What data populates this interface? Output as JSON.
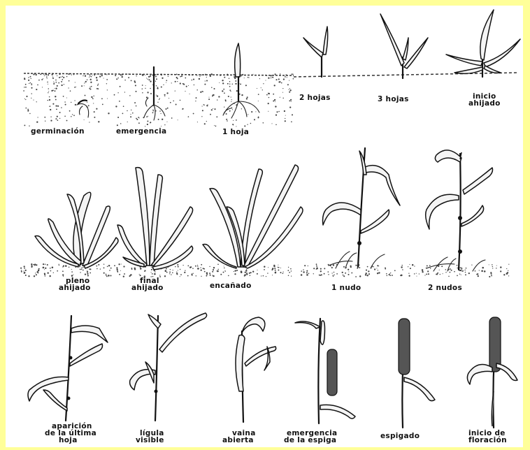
{
  "stages": {
    "germinacion": "germinación",
    "emergencia": "emergencia",
    "una_hoja": "1 hoja",
    "dos_hojas": "2 hojas",
    "tres_hojas": "3 hojas",
    "inicio_ahijado": [
      "inicio",
      "ahijado"
    ],
    "pleno_ahijado": [
      "pleno",
      "ahijado"
    ],
    "final_ahijado": [
      "final",
      "ahijado"
    ],
    "encanado": "encañado",
    "un_nudo": "1 nudo",
    "dos_nudos": "2 nudos",
    "aparicion_ultima_hoja": [
      "aparición",
      "de la última",
      "hoja"
    ],
    "ligula_visible": [
      "lígula",
      "visible"
    ],
    "vaina_abierta": [
      "vaina",
      "abierta"
    ],
    "emergencia_espiga": [
      "emergencia",
      "de la espiga"
    ],
    "espigado": "espigado",
    "inicio_floracion": [
      "inicio de",
      "floración"
    ]
  }
}
